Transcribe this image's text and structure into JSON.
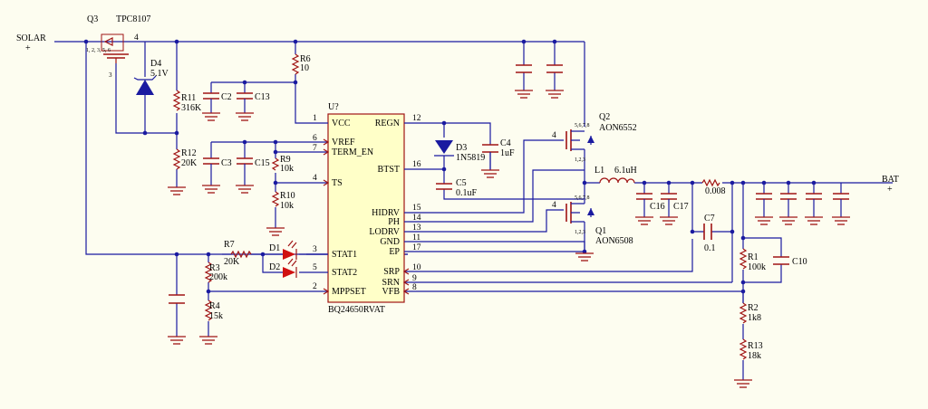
{
  "ports": {
    "solar": "SOLAR",
    "solar_sign": "+",
    "bat": "BAT",
    "bat_sign": "+"
  },
  "ic": {
    "ref": "U?",
    "part": "BQ24650RVAT",
    "pins_left": [
      {
        "name": "VCC",
        "num": "1"
      },
      {
        "name": "VREF",
        "num": "6"
      },
      {
        "name": "TERM_EN",
        "num": "7"
      },
      {
        "name": "TS",
        "num": "4"
      },
      {
        "name": "STAT1",
        "num": "3"
      },
      {
        "name": "STAT2",
        "num": "5"
      },
      {
        "name": "MPPSET",
        "num": "2"
      }
    ],
    "pins_right": [
      {
        "name": "REGN",
        "num": "12"
      },
      {
        "name": "BTST",
        "num": "16"
      },
      {
        "name": "HIDRV",
        "num": "15"
      },
      {
        "name": "PH",
        "num": "14"
      },
      {
        "name": "LODRV",
        "num": "13"
      },
      {
        "name": "GND",
        "num": "11"
      },
      {
        "name": "EP",
        "num": "17"
      },
      {
        "name": "SRP",
        "num": "10"
      },
      {
        "name": "SRN",
        "num": "9"
      },
      {
        "name": "VFB",
        "num": "8"
      }
    ]
  },
  "components": {
    "q3": {
      "ref": "Q3",
      "part": "TPC8107",
      "pins": "1, 2, 3, 5, 6",
      "pin3": "3",
      "pin4": "4"
    },
    "d4": {
      "ref": "D4",
      "value": "5.1V"
    },
    "r11": {
      "ref": "R11",
      "value": "316K"
    },
    "r12": {
      "ref": "R12",
      "value": "20K"
    },
    "c2": {
      "ref": "C2"
    },
    "c13": {
      "ref": "C13"
    },
    "c3": {
      "ref": "C3"
    },
    "c15": {
      "ref": "C15"
    },
    "r6": {
      "ref": "R6",
      "value": "10"
    },
    "r9": {
      "ref": "R9",
      "value": "10k"
    },
    "r10": {
      "ref": "R10",
      "value": "10k"
    },
    "d3": {
      "ref": "D3",
      "value": "1N5819"
    },
    "c4": {
      "ref": "C4",
      "value": "1uF"
    },
    "c5": {
      "ref": "C5",
      "value": "0.1uF"
    },
    "q2": {
      "ref": "Q2",
      "part": "AON6552",
      "pins_top": "5,6,7,8",
      "pins_bot": "1,2,3",
      "gate": "4"
    },
    "q1": {
      "ref": "Q1",
      "part": "AON6508",
      "pins_top": "5,6,7,8",
      "pins_bot": "1,2,3",
      "gate": "4"
    },
    "l1": {
      "ref": "L1",
      "value": "6.1uH"
    },
    "rs": {
      "value": "0.008"
    },
    "c16": {
      "ref": "C16"
    },
    "c17": {
      "ref": "C17"
    },
    "c7": {
      "ref": "C7",
      "value": "0.1"
    },
    "r1": {
      "ref": "R1",
      "value": "100k"
    },
    "c10": {
      "ref": "C10"
    },
    "r2": {
      "ref": "R2",
      "value": "1k8"
    },
    "r13": {
      "ref": "R13",
      "value": "18k"
    },
    "r7": {
      "ref": "R7",
      "value": "20K"
    },
    "d1": {
      "ref": "D1"
    },
    "d2": {
      "ref": "D2"
    },
    "r3": {
      "ref": "R3",
      "value": "200k"
    },
    "r4": {
      "ref": "R4",
      "value": "15k"
    }
  }
}
